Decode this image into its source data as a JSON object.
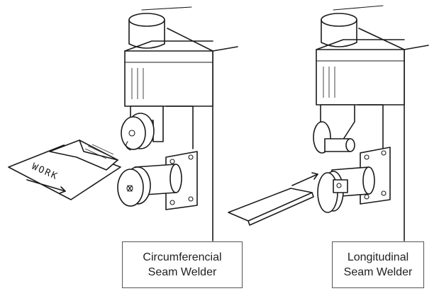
{
  "diagram": {
    "work_label": "WORK",
    "left_caption": {
      "line1": "Circumferencial",
      "line2": "Seam Welder"
    },
    "right_caption": {
      "line1": "Longitudinal",
      "line2": "Seam Welder"
    },
    "colors": {
      "ink": "#1a1a1a",
      "caption_border": "#555555",
      "background": "#ffffff"
    }
  }
}
